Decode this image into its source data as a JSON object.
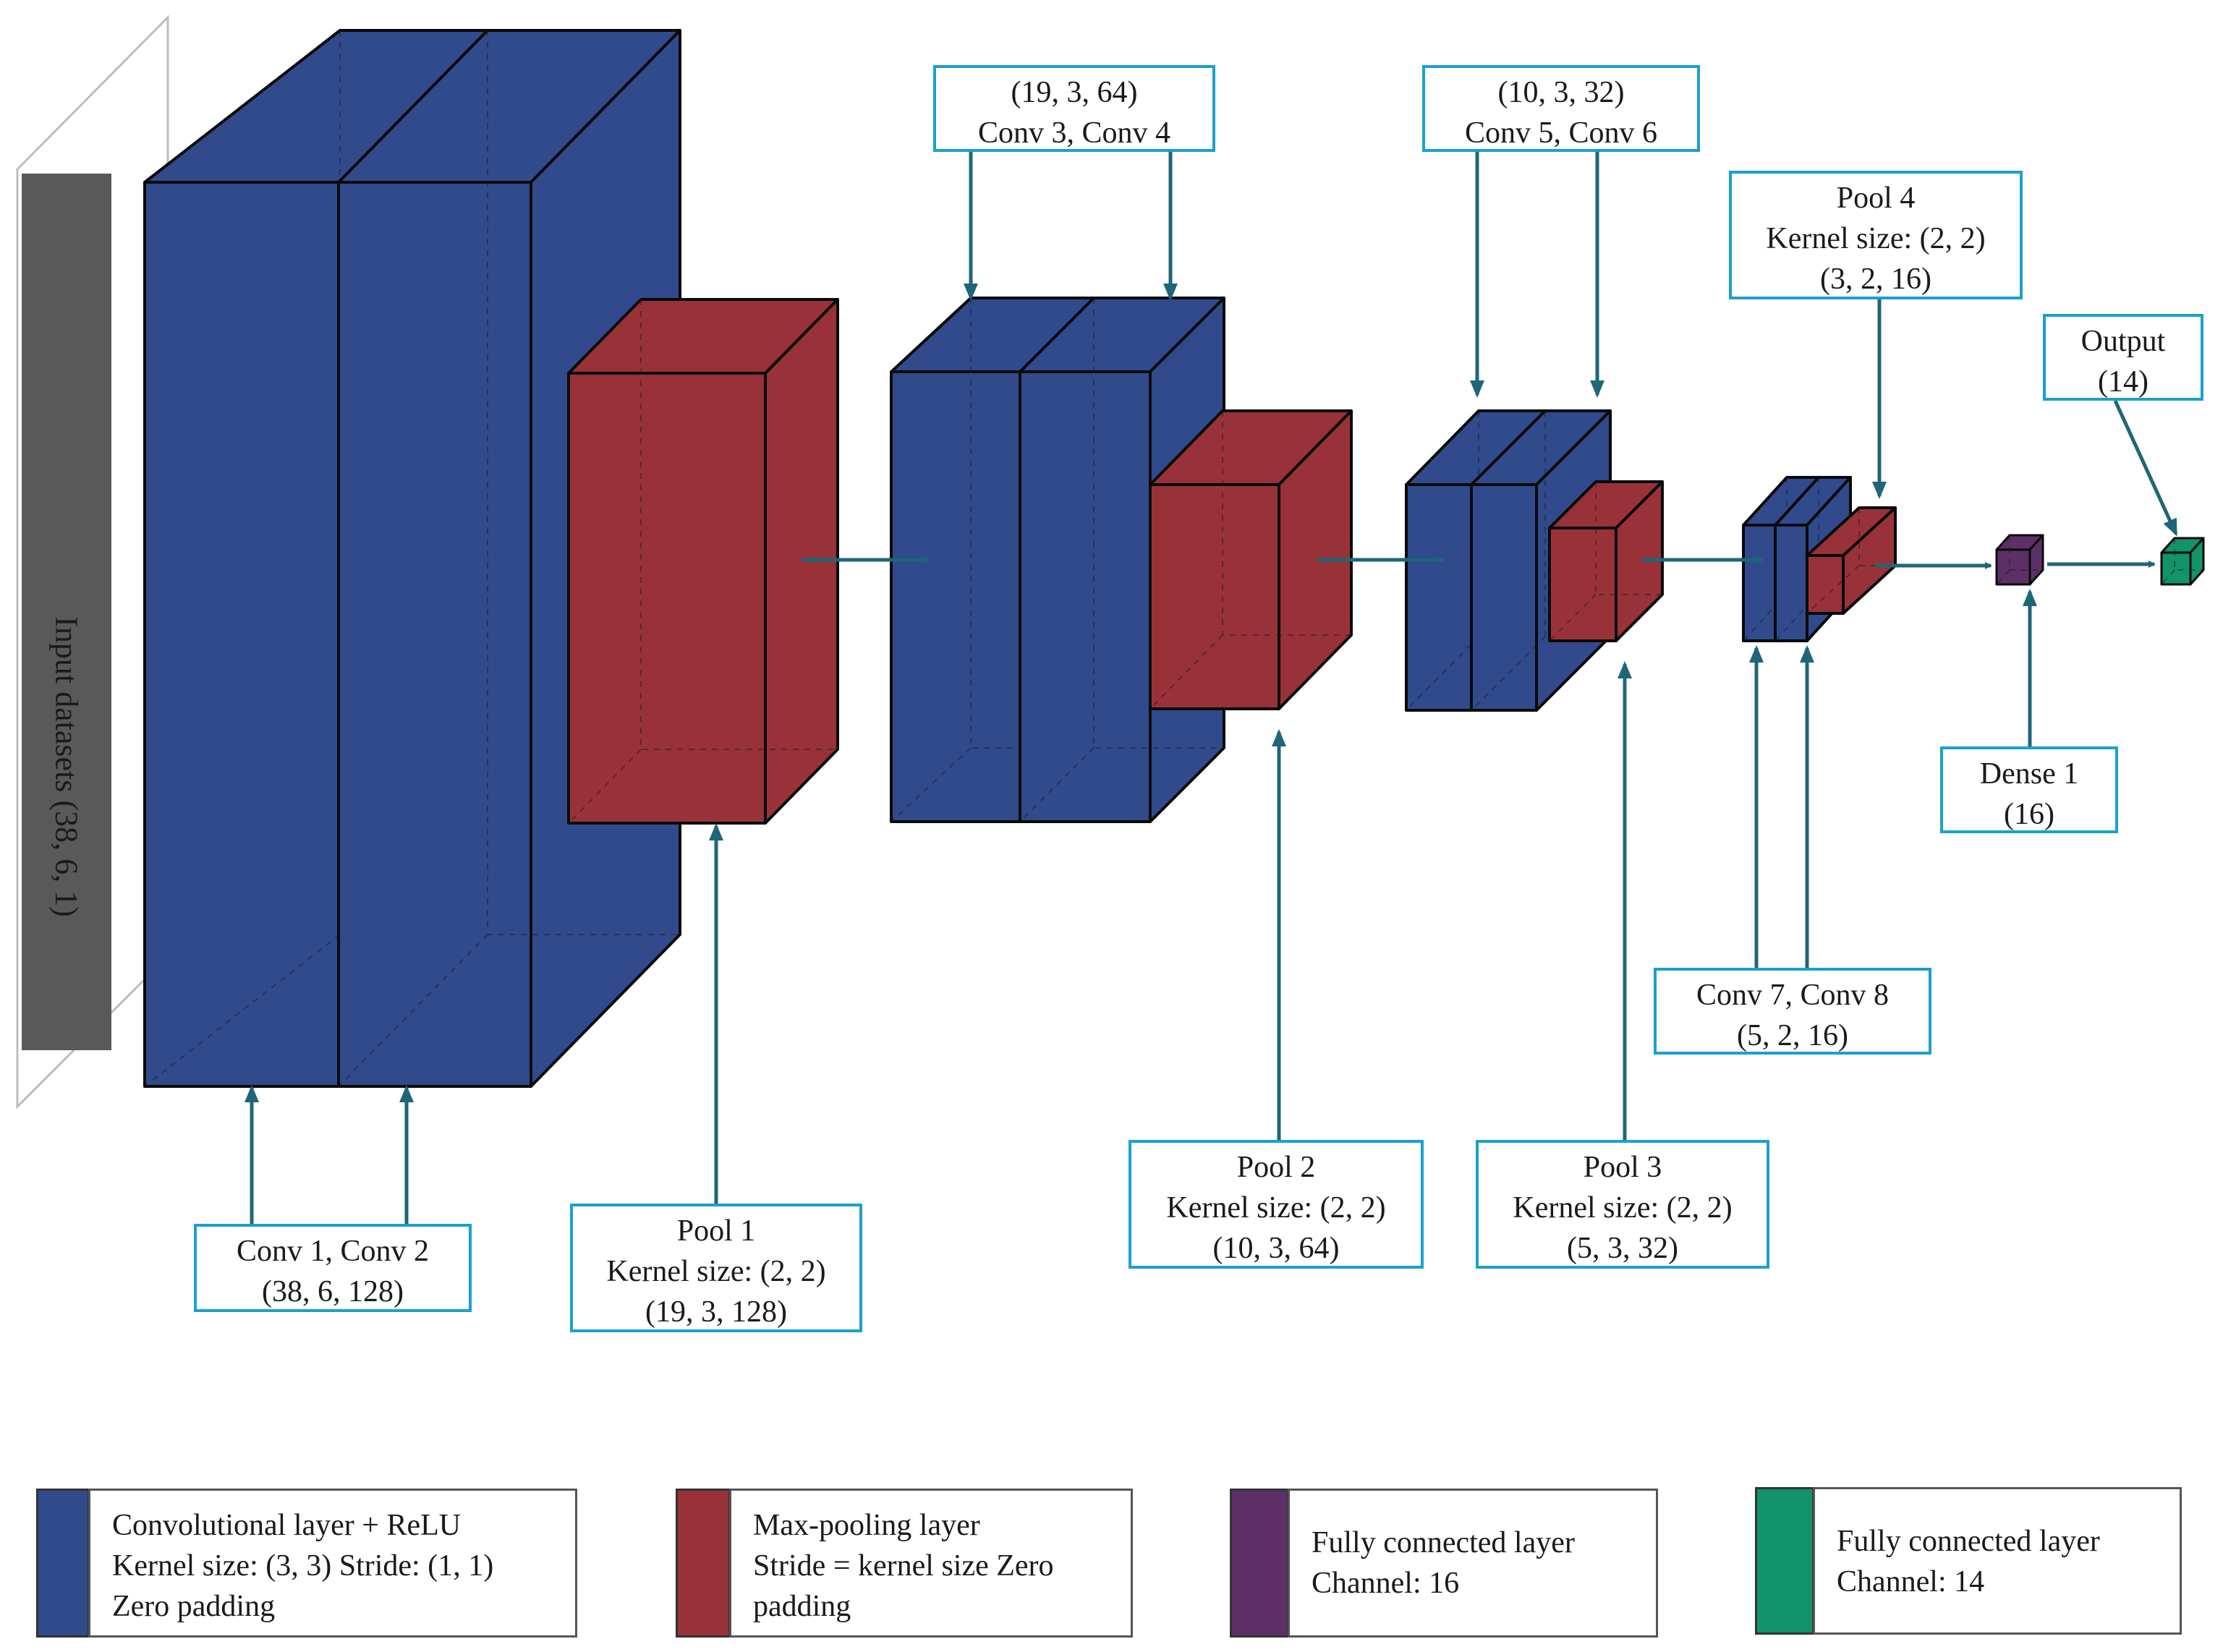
{
  "colors": {
    "conv": "#304a8c",
    "pool": "#983238",
    "dense": "#5c3066",
    "output": "#12936a",
    "input": "#595959",
    "arrow": "#1f6678",
    "label_border": "#1aa0cf"
  },
  "input": {
    "label": "Input  datasets  (38, 6, 1)"
  },
  "labels": {
    "conv12": {
      "line1": "Conv 1,  Conv 2",
      "line2": "(38, 6, 128)"
    },
    "pool1": {
      "line1": "Pool 1",
      "line2": "Kernel size:  (2, 2)",
      "line3": "(19, 3, 128)"
    },
    "conv34": {
      "line1": "(19,  3, 64)",
      "line2": "Conv 3,  Conv 4"
    },
    "pool2": {
      "line1": "Pool 2",
      "line2": "Kernel size:  (2, 2)",
      "line3": "(10, 3, 64)"
    },
    "conv56": {
      "line1": "(10, 3, 32)",
      "line2": "Conv 5,  Conv 6"
    },
    "pool3": {
      "line1": "Pool 3",
      "line2": "Kernel size:  (2, 2)",
      "line3": "(5, 3, 32)"
    },
    "pool4": {
      "line1": "Pool 4",
      "line2": "Kernel size:  (2, 2)",
      "line3": "(3, 2, 16)"
    },
    "conv78": {
      "line1": "Conv 7,  Conv  8",
      "line2": "(5, 2, 16)"
    },
    "dense1": {
      "line1": "Dense 1",
      "line2": "(16)"
    },
    "output": {
      "line1": "Output",
      "line2": "(14)"
    }
  },
  "legend": [
    {
      "lines": [
        "Convolutional  layer + ReLU",
        "Kernel size:  (3, 3) Stride:  (1, 1)",
        "Zero padding"
      ],
      "color": "#304a8c"
    },
    {
      "lines": [
        "Max-pooling  layer",
        "Stride = kernel size Zero",
        "padding"
      ],
      "color": "#983238"
    },
    {
      "lines": [
        "Fully  connected layer",
        "Channel:  16"
      ],
      "color": "#5c3066"
    },
    {
      "lines": [
        "Fully  connected layer",
        "Channel:  14"
      ],
      "color": "#12936a"
    }
  ]
}
